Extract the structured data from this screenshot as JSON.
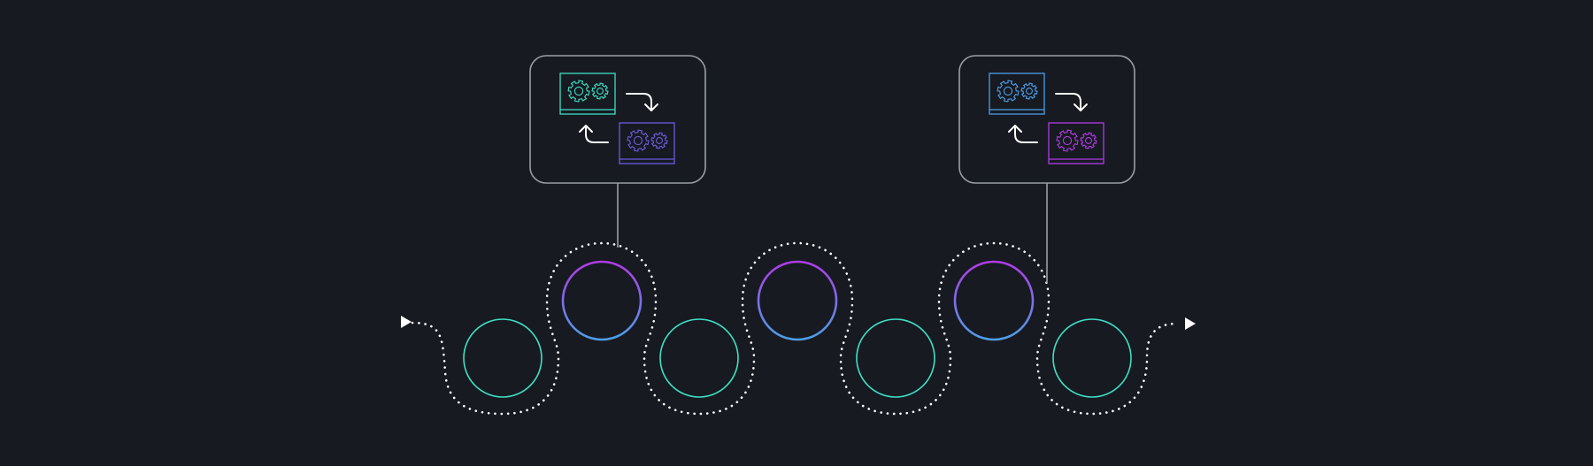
{
  "diagram": {
    "background": "#171a21",
    "colors": {
      "teal": "#3fe0c5",
      "blue": "#4d9fe8",
      "purple": "#b13be6",
      "indigo": "#6a5ce0",
      "box_stroke": "#9a9ea6",
      "connector": "#9a9ea6",
      "path_dots": "#ffffff",
      "arrow": "#ffffff"
    },
    "nodes": [
      {
        "kind": "teal-ring",
        "row": "low"
      },
      {
        "kind": "gradient-ring",
        "row": "high"
      },
      {
        "kind": "teal-ring",
        "row": "low"
      },
      {
        "kind": "gradient-ring",
        "row": "high"
      },
      {
        "kind": "teal-ring",
        "row": "low"
      },
      {
        "kind": "gradient-ring",
        "row": "high"
      },
      {
        "kind": "teal-ring",
        "row": "low"
      }
    ],
    "callouts": [
      {
        "icon": "gear-exchange-icon",
        "top_screen_color": "teal",
        "bottom_screen_color": "indigo",
        "attached_node": 1
      },
      {
        "icon": "gear-exchange-icon",
        "top_screen_color": "blue",
        "bottom_screen_color": "purple",
        "attached_node": 5
      }
    ]
  }
}
